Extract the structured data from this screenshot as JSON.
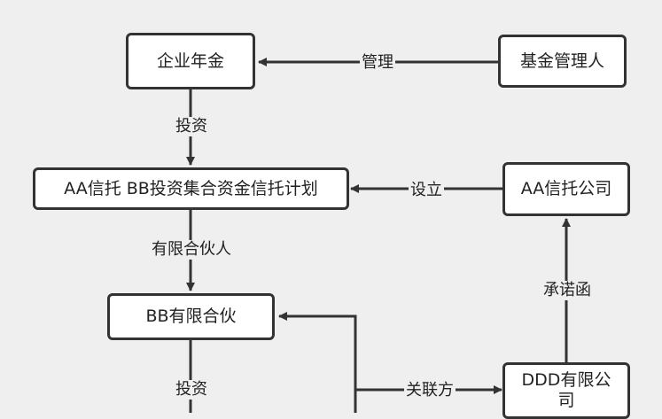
{
  "nodes": {
    "enterprise_annuity": "企业年金",
    "fund_manager": "基金管理人",
    "aa_trust_plan": "AA信托 BB投资集合资金信托计划",
    "aa_trust_company": "AA信托公司",
    "bb_partnership": "BB有限合伙",
    "ddd_company": "DDD有限公司"
  },
  "edges": {
    "manage": "管理",
    "invest_1": "投资",
    "establish": "设立",
    "limited_partner": "有限合伙人",
    "commitment_letter": "承诺函",
    "invest_2": "投资",
    "related_party": "关联方"
  },
  "colors": {
    "background": "#efefef",
    "stroke": "#333333",
    "box_fill": "#ffffff"
  }
}
